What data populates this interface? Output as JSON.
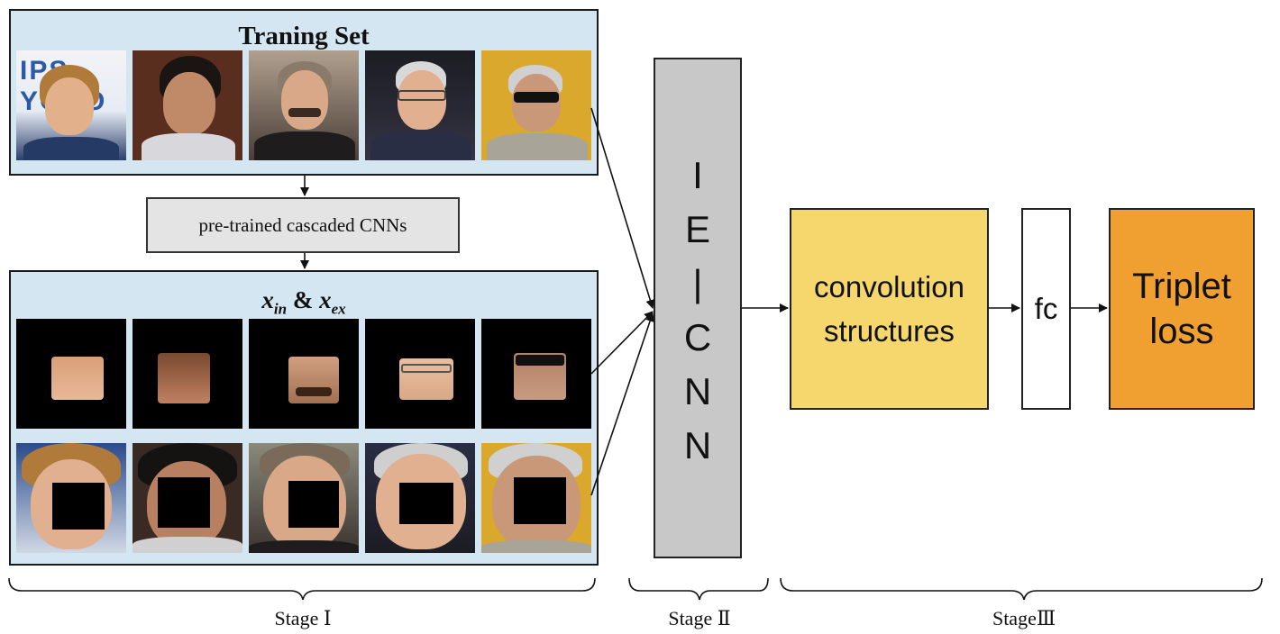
{
  "training_set": {
    "title": "Traning Set"
  },
  "pretrained": {
    "label": "pre-trained cascaded CNNs"
  },
  "crop_set": {
    "title_x": "x",
    "sub_in": "in",
    "amp": "&",
    "title_x2": "x",
    "sub_ex": "ex"
  },
  "iecnn": {
    "letters": [
      "I",
      "E",
      "|",
      "C",
      "N",
      "N"
    ]
  },
  "conv": {
    "line1": "convolution",
    "line2": "structures"
  },
  "fc": {
    "label": "fc"
  },
  "triplet": {
    "line1": "Triplet",
    "line2": "loss"
  },
  "stages": {
    "stage1": "Stage Ⅰ",
    "stage2": "Stage Ⅱ",
    "stage3": "StageⅢ"
  },
  "colors": {
    "panel_bg": "#d4e6f1",
    "conv_bg": "#f5d76e",
    "triplet_bg": "#f0a030",
    "iecnn_bg": "#c8c8c8"
  }
}
